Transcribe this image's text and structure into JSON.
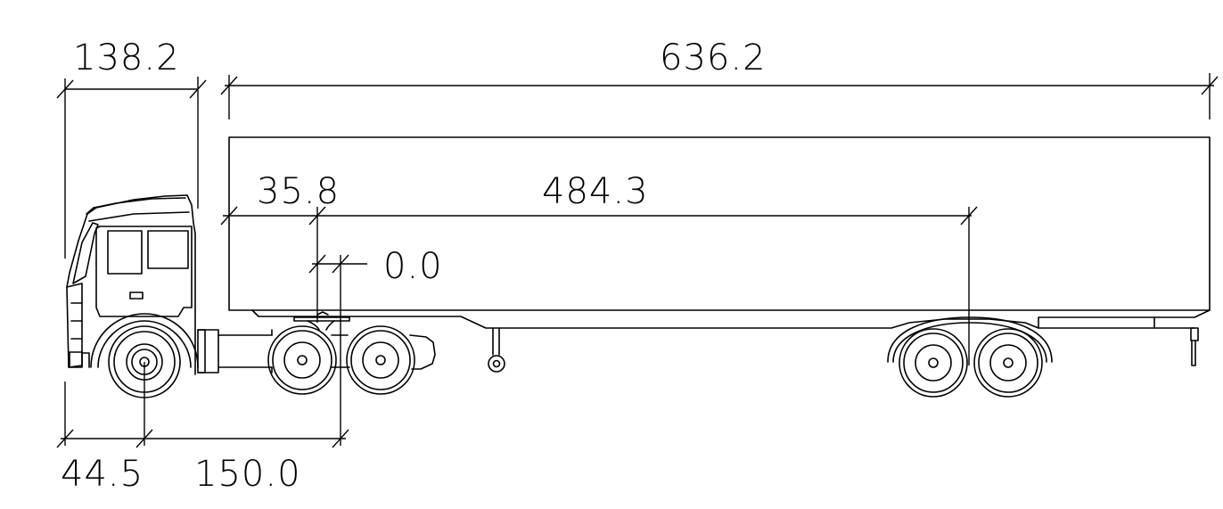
{
  "dimensions": {
    "cab_length": "138.2",
    "trailer_length": "636.2",
    "kingpin_setback": "35.8",
    "kingpin_to_axle": "484.3",
    "fifth_wheel_offset": "0.0",
    "front_overhang": "44.5",
    "wheelbase": "150.0"
  },
  "colors": {
    "line": "#000000",
    "background": "#ffffff"
  }
}
